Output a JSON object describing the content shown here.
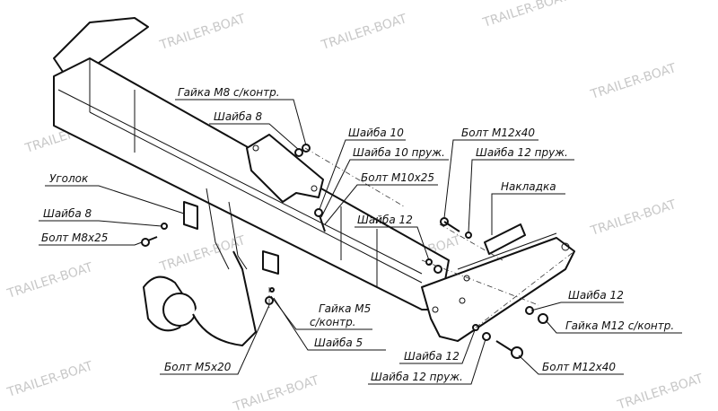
{
  "watermark": "TRAILER-BOAT",
  "labels": {
    "nut_m8": "Гайка М8 с/контр.",
    "washer_8_top": "Шайба 8",
    "washer_10": "Шайба 10",
    "washer_10_spring": "Шайба 10 пруж.",
    "bolt_m10x25": "Болт М10х25",
    "bolt_m12x40_top": "Болт М12х40",
    "washer_12_spring_top": "Шайба 12 пруж.",
    "plate": "Накладка",
    "angle": "Уголок",
    "washer_8_left": "Шайба 8",
    "bolt_m8x25": "Болт М8х25",
    "washer_12_mid": "Шайба 12",
    "nut_m5_line1": "Гайка М5",
    "nut_m5_line2": "с/контр.",
    "washer_5": "Шайба 5",
    "bolt_m5x20": "Болт М5х20",
    "washer_12_right": "Шайба 12",
    "nut_m12": "Гайка М12 с/контр.",
    "washer_12_bottom": "Шайба 12",
    "washer_12_spring_bottom": "Шайба 12 пруж.",
    "bolt_m12x40_bottom": "Болт М12х40"
  }
}
